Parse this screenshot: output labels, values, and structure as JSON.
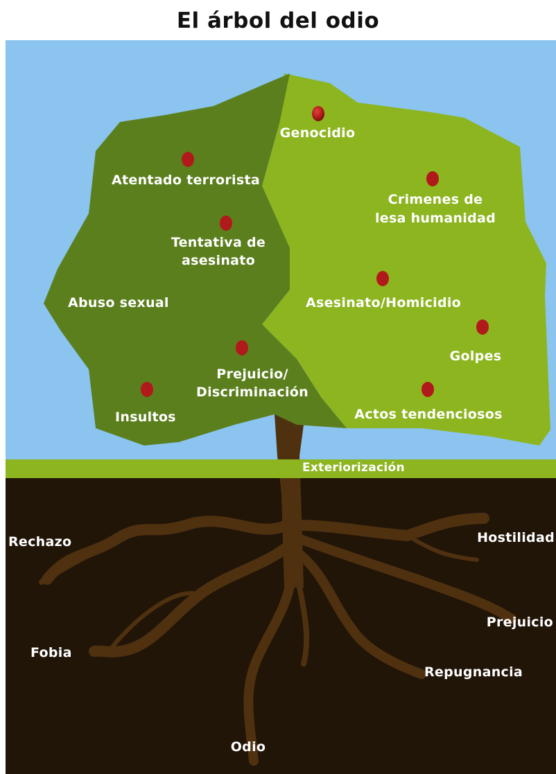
{
  "title": "El árbol del odio",
  "colors": {
    "sky": "#8ac4ef",
    "dark_canopy": "#5c7f1e",
    "light_canopy": "#8db520",
    "ground_band": "#8db520",
    "soil": "#211508",
    "roots": "#4f3110",
    "fruit": "#b01a1a",
    "label_text": "#ffffff"
  },
  "canopy_dark_labels": {
    "atentado": "Atentado terrorista",
    "tentativa_1": "Tentativa de",
    "tentativa_2": "asesinato",
    "abuso": "Abuso sexual",
    "prejuicio_1": "Prejuicio/",
    "prejuicio_2": "Discriminación",
    "insultos": "Insultos"
  },
  "canopy_light_labels": {
    "genocidio": "Genocidio",
    "crimenes_1": "Crimenes de",
    "crimenes_2": "lesa humanidad",
    "asesinato": "Asesinato/Homicidio",
    "golpes": "Golpes",
    "actos": "Actos tendenciosos"
  },
  "band_label": "Exteriorización",
  "root_labels": {
    "rechazo": "Rechazo",
    "hostilidad": "Hostilidad",
    "prejuicio": "Prejuicio",
    "fobia": "Fobia",
    "repugnancia": "Repugnancia",
    "odio": "Odio"
  }
}
